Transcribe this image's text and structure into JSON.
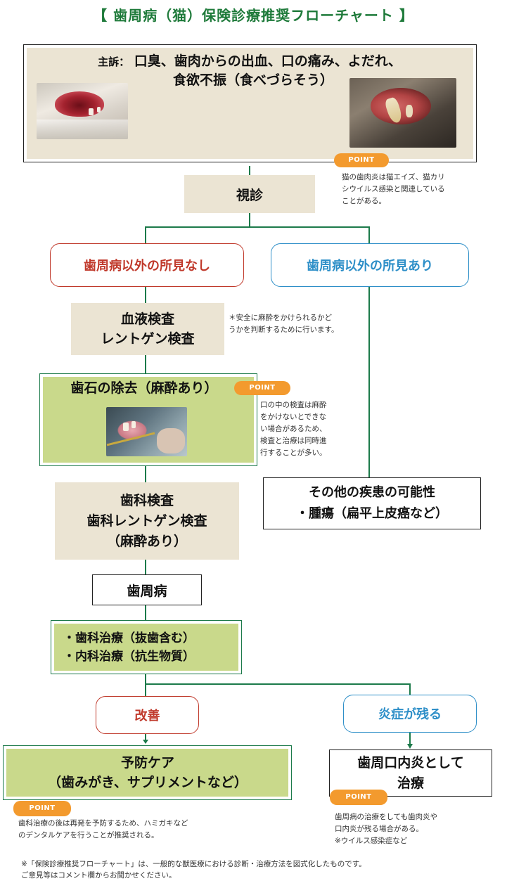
{
  "title": "【 歯周病（猫）保険診療推奨フローチャート 】",
  "complaint": {
    "label": "主訴：",
    "line1": "口臭、歯肉からの出血、口の痛み、よだれ、",
    "line2": "食欲不振（食べづらそう）"
  },
  "point_label": "POINT",
  "point1": {
    "lines": [
      "猫の歯肉炎は猫エイズ、猫カリ",
      "シウイルス感染と関連している",
      "ことがある。"
    ]
  },
  "visual_exam": "視診",
  "no_other_findings": "歯周病以外の所見なし",
  "other_findings": "歯周病以外の所見あり",
  "blood_test": {
    "line1": "血液検査",
    "line2": "レントゲン検査"
  },
  "blood_note": {
    "lines": [
      "＊安全に麻酔をかけられるかど",
      "うかを判断するために行います。"
    ]
  },
  "scaling": "歯石の除去（麻酔あり）",
  "point2": {
    "lines": [
      "口の中の検査は麻酔",
      "をかけないとできな",
      "い場合があるため、",
      "検査と治療は同時進",
      "行することが多い。"
    ]
  },
  "other_disease": {
    "line1": "その他の疾患の可能性",
    "line2": "・腫瘍（扁平上皮癌など）"
  },
  "dental_exam": {
    "line1": "歯科検査",
    "line2": "歯科レントゲン検査",
    "line3": "（麻酔あり）"
  },
  "periodontal": "歯周病",
  "treatment": {
    "line1": "・歯科治療（抜歯含む）",
    "line2": "・内科治療（抗生物質）"
  },
  "improved": "改善",
  "inflammation": "炎症が残る",
  "prevention": {
    "line1": "予防ケア",
    "line2": "（歯みがき、サプリメントなど）"
  },
  "stomatitis": {
    "line1": "歯周口内炎として",
    "line2": "治療"
  },
  "point3": {
    "lines": [
      "歯科治療の後は再発を予防するため、ハミガキなど",
      "のデンタルケアを行うことが推奨される。"
    ]
  },
  "point4": {
    "lines": [
      "歯周病の治療をしても歯肉炎や",
      "口内炎が残る場合がある。",
      "※ウイルス感染症など"
    ]
  },
  "footer": {
    "line1": "※「保険診療推奨フローチャート」は、一般的な獣医療における診断・治療方法を図式化したものです。",
    "line2": "ご意見等はコメント欄からお聞かせください。"
  },
  "colors": {
    "green": "#1c7a4a",
    "beige": "#ebe4d3",
    "light_green": "#c9d98b",
    "orange": "#f39a2e",
    "red": "#c0392b",
    "blue": "#2e8fc8"
  }
}
